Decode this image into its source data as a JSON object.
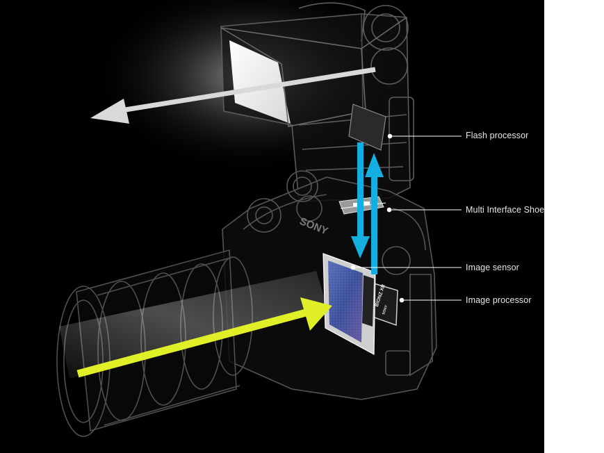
{
  "diagram": {
    "callouts": [
      {
        "id": "flash-processor",
        "label": "Flash processor"
      },
      {
        "id": "multi-interface-shoe",
        "label": "Multi Interface Shoe"
      },
      {
        "id": "image-sensor",
        "label": "Image sensor"
      },
      {
        "id": "image-processor",
        "label": "Image processor"
      }
    ],
    "camera_brand": "SONY",
    "chip_brand": "BIONZ XR",
    "chip_maker": "SONY",
    "colors": {
      "background": "#000000",
      "light_arrow": "#e0ef27",
      "signal_arrow": "#14aee0",
      "flash_arrow": "#d9d9d9",
      "callout_line": "#ffffff"
    }
  }
}
